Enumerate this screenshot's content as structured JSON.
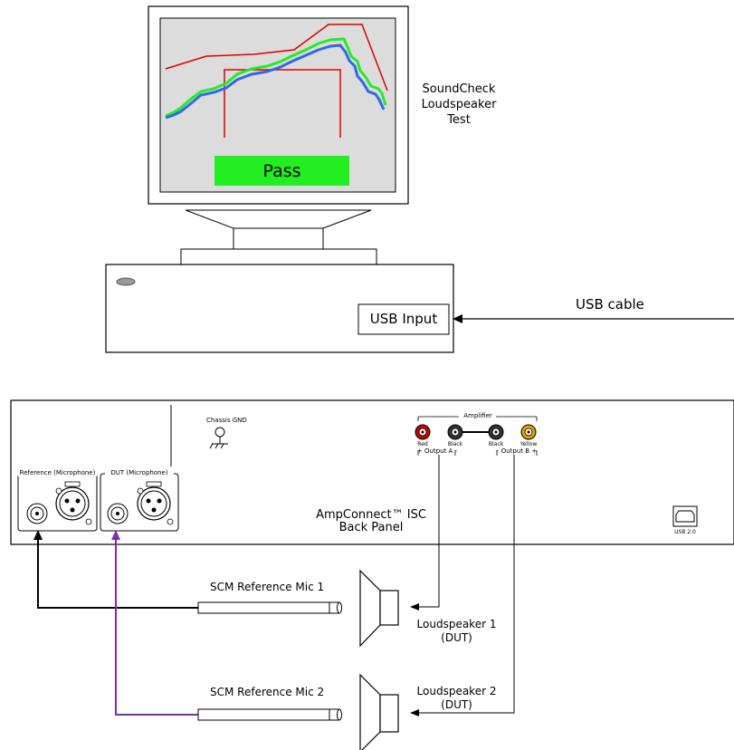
{
  "monitor": {
    "status_text": "Pass",
    "screen_caption": [
      "SoundCheck",
      "Loudspeaker",
      "Test"
    ]
  },
  "computer": {
    "usb_input_label": "USB Input"
  },
  "cable": {
    "usb_cable_label": "USB cable"
  },
  "back_panel": {
    "title_line1": "AmpConnect™ ISC",
    "title_line2": "Back Panel",
    "chassis_gnd": "Chassis GND",
    "reference_group": "Reference (Microphone)",
    "dut_group": "DUT (Microphone)",
    "usb_port_label": "USB 2.0",
    "amplifier": {
      "title": "Amplifier",
      "terminals": [
        {
          "label": "Red",
          "color": "#cc0000"
        },
        {
          "label": "Black",
          "color": "#222222"
        },
        {
          "label": "Black",
          "color": "#222222"
        },
        {
          "label": "Yellow",
          "color": "#e8a000"
        }
      ],
      "output_a": "+ Output A -",
      "output_b": "- Output B +"
    }
  },
  "mics": [
    {
      "label": "SCM Reference Mic 1",
      "cable_color": "#000000"
    },
    {
      "label": "SCM Reference Mic 2",
      "cable_color": "#7a2db8"
    }
  ],
  "speakers": [
    {
      "label_line1": "Loudspeaker 1",
      "label_line2": "(DUT)"
    },
    {
      "label_line1": "Loudspeaker 2",
      "label_line2": "(DUT)"
    }
  ],
  "colors": {
    "screen_bg": "#dcdcdc",
    "pass_bg": "#22ee22",
    "limit_line": "#dd0000",
    "trace_green": "#22ee22",
    "trace_blue": "#3366ee"
  }
}
